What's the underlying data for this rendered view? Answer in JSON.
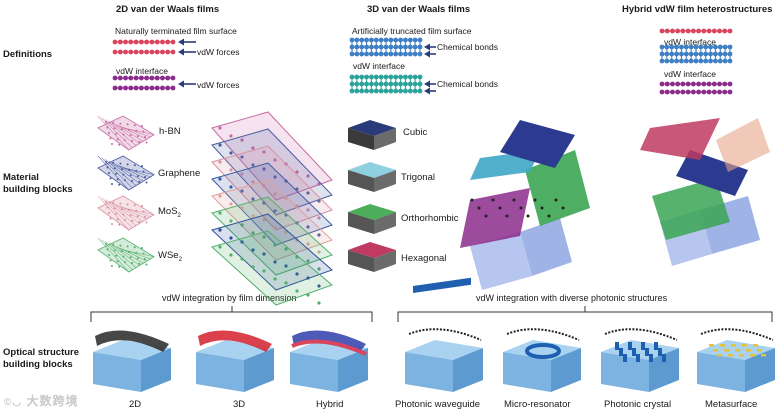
{
  "columns": {
    "film_2d": "2D van der Waals films",
    "film_3d": "3D van der Waals films",
    "hybrid": "Hybrid vdW film heterostructures"
  },
  "rows": {
    "definitions": "Definitions",
    "material_blocks": "Material building blocks",
    "optical_blocks": "Optical structure building blocks"
  },
  "definitions": {
    "film_2d": {
      "surface_label": "Naturally terminated film surface",
      "force_top": "vdW forces",
      "interface_label": "vdW interface",
      "force_bottom": "vdW forces"
    },
    "film_3d": {
      "surface_label": "Artificially truncated film surface",
      "bond_top": "Chemical bonds",
      "interface_label": "vdW interface",
      "bond_bottom": "Chemical bonds"
    },
    "hybrid": {
      "interface_top": "vdW interface",
      "interface_bottom": "vdW interface"
    }
  },
  "materials_2d": [
    "h-BN",
    "Graphene",
    "MoS",
    "WSe"
  ],
  "materials_2d_subscript": "2",
  "materials_3d": [
    "Cubic",
    "Trigonal",
    "Orthorhombic",
    "Hexagonal"
  ],
  "optical": {
    "group_left_title": "vdW integration by film dimension",
    "group_right_title": "vdW integration with diverse photonic structures",
    "items": [
      "2D",
      "3D",
      "Hybrid",
      "Photonic waveguide",
      "Micro-resonator",
      "Photonic crystal",
      "Metasurface"
    ]
  },
  "watermark": "大数跨境",
  "colors": {
    "red": "#d9455f",
    "blue": "#3f7fc4",
    "teal": "#2aa39a",
    "purple": "#8b2b8c",
    "substrate": "#7cb3e0",
    "navy": "#2c3b8f"
  }
}
